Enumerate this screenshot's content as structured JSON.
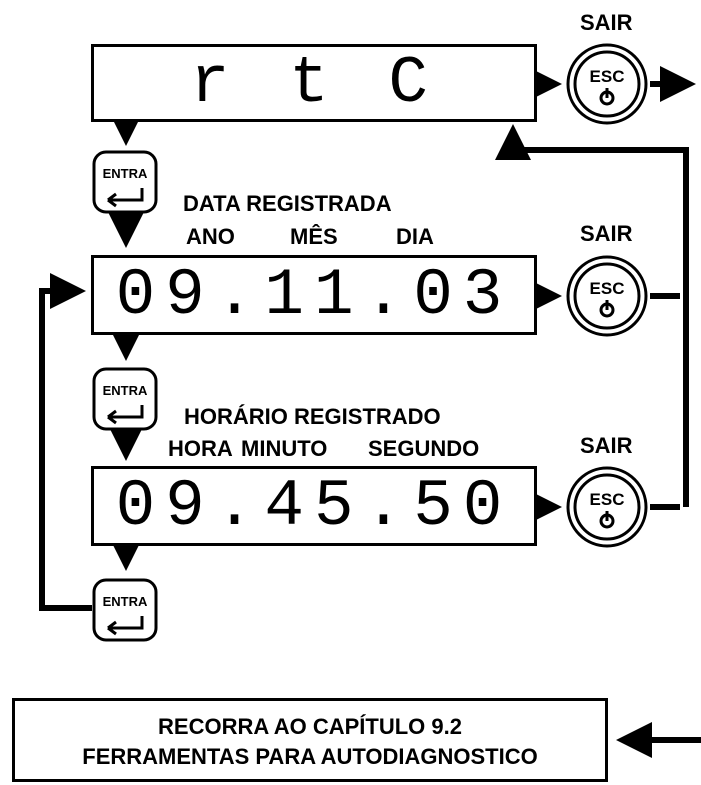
{
  "displays": {
    "rtc": "r t C",
    "date": "09.11.03",
    "time": "09.45.50"
  },
  "labels": {
    "date_title": "DATA REGISTRADA",
    "date_fields": [
      "ANO",
      "MÊS",
      "DIA"
    ],
    "time_title": "HORÁRIO REGISTRADO",
    "time_fields": [
      "HORA",
      "MINUTO",
      "SEGUNDO"
    ]
  },
  "buttons": {
    "entra_label": "ENTRA",
    "esc_label": "ESC",
    "sair_label": "SAIR"
  },
  "note": {
    "line1": "RECORRA AO CAPÍTULO 9.2",
    "line2": "FERRAMENTAS PARA AUTODIAGNOSTICO"
  }
}
